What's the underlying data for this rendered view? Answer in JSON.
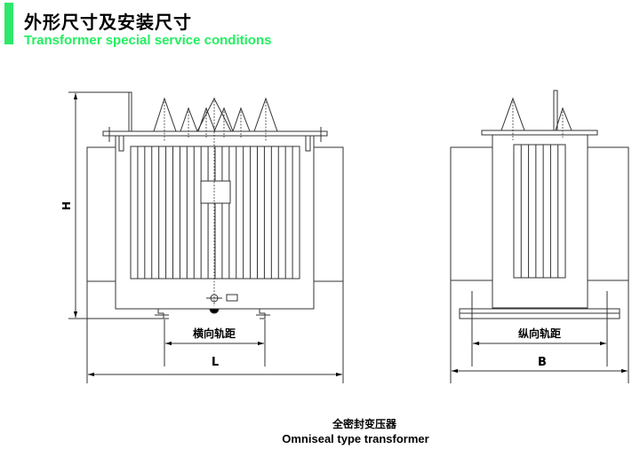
{
  "header": {
    "title_cn": "外形尺寸及安装尺寸",
    "title_en": "Transformer special service conditions",
    "accent_color": "#2ee86a"
  },
  "front_view": {
    "height_label": "H",
    "rail_label": "横向轨距",
    "length_label": "L",
    "fin_count": 24
  },
  "side_view": {
    "rail_label": "纵向轨距",
    "width_label": "B",
    "fin_count": 7
  },
  "caption": {
    "cn": "全密封变压器",
    "en": "Omniseal type transformer"
  }
}
